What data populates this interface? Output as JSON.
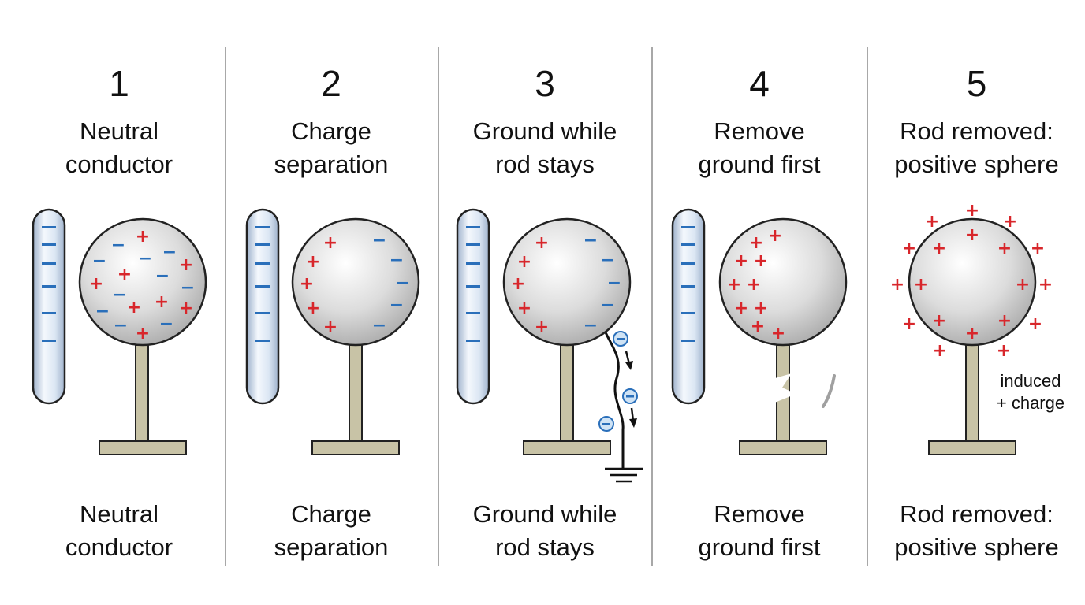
{
  "colors": {
    "positive": "#d8262b",
    "negative": "#2a6fba",
    "stand": "#c8c3a6",
    "divider": "#a8a8a8"
  },
  "panels": [
    {
      "number": "1",
      "title": "Neutral\nconductor",
      "caption": "Neutral\nconductor"
    },
    {
      "number": "2",
      "title": "Charge\nseparation",
      "caption": "Charge\nseparation"
    },
    {
      "number": "3",
      "title": "Ground while\nrod stays",
      "caption": "Ground while\nrod stays"
    },
    {
      "number": "4",
      "title": "Remove\nground first",
      "caption": "Remove\nground first"
    },
    {
      "number": "5",
      "title": "Rod removed:\npositive sphere",
      "caption": "Rod removed:\npositive sphere"
    }
  ],
  "annotation": "induced\n+ charge",
  "icons": {
    "rod": "charged-rod-icon",
    "sphere": "metal-sphere-icon",
    "ground": "ground-symbol-icon",
    "electron": "electron-icon"
  }
}
